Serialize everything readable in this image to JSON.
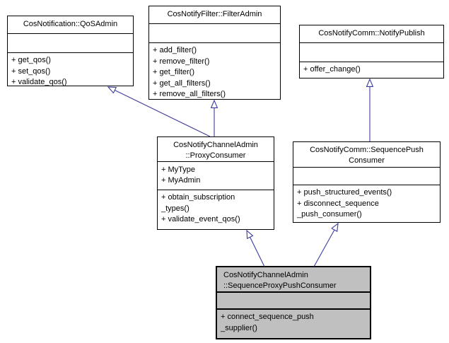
{
  "diagram": {
    "kind": "uml-class-inheritance-diagram",
    "background_color": "#ffffff",
    "node_border_color": "#000000",
    "node_fill_color": "#ffffff",
    "highlight_fill_color": "#c0c0c0",
    "arrow_color": "#3c3c9e",
    "classes": [
      {
        "id": "qosadmin",
        "title_lines": [
          "CosNotification::QoSAdmin"
        ],
        "attributes": [],
        "methods": [
          "+ get_qos()",
          "+ set_qos()",
          "+ validate_qos()"
        ]
      },
      {
        "id": "filteradmin",
        "title_lines": [
          "CosNotifyFilter::FilterAdmin"
        ],
        "attributes": [],
        "methods": [
          "+ add_filter()",
          "+ remove_filter()",
          "+ get_filter()",
          "+ get_all_filters()",
          "+ remove_all_filters()"
        ]
      },
      {
        "id": "notifypublish",
        "title_lines": [
          "CosNotifyComm::NotifyPublish"
        ],
        "attributes": [],
        "methods": [
          "+ offer_change()"
        ]
      },
      {
        "id": "proxyconsumer",
        "title_lines": [
          "CosNotifyChannelAdmin",
          "::ProxyConsumer"
        ],
        "attributes": [
          "+ MyType",
          "+ MyAdmin"
        ],
        "methods": [
          "+ obtain_subscription",
          "_types()",
          "+ validate_event_qos()"
        ]
      },
      {
        "id": "sequencepushconsumer",
        "title_lines": [
          "CosNotifyComm::SequencePush",
          "Consumer"
        ],
        "attributes": [],
        "methods": [
          "+ push_structured_events()",
          "+ disconnect_sequence",
          "_push_consumer()"
        ]
      },
      {
        "id": "sequenceproxypushconsumer",
        "title_lines": [
          "CosNotifyChannelAdmin",
          "::SequenceProxyPushConsumer"
        ],
        "attributes": [],
        "methods": [
          "+ connect_sequence_push",
          "_supplier()"
        ]
      }
    ],
    "relations": [
      {
        "type": "inheritance",
        "from": "CosNotifyChannelAdmin::ProxyConsumer",
        "to": "CosNotification::QoSAdmin"
      },
      {
        "type": "inheritance",
        "from": "CosNotifyChannelAdmin::ProxyConsumer",
        "to": "CosNotifyFilter::FilterAdmin"
      },
      {
        "type": "inheritance",
        "from": "CosNotifyComm::SequencePushConsumer",
        "to": "CosNotifyComm::NotifyPublish"
      },
      {
        "type": "inheritance",
        "from": "CosNotifyChannelAdmin::SequenceProxyPushConsumer",
        "to": "CosNotifyChannelAdmin::ProxyConsumer"
      },
      {
        "type": "inheritance",
        "from": "CosNotifyChannelAdmin::SequenceProxyPushConsumer",
        "to": "CosNotifyComm::SequencePushConsumer"
      }
    ]
  }
}
